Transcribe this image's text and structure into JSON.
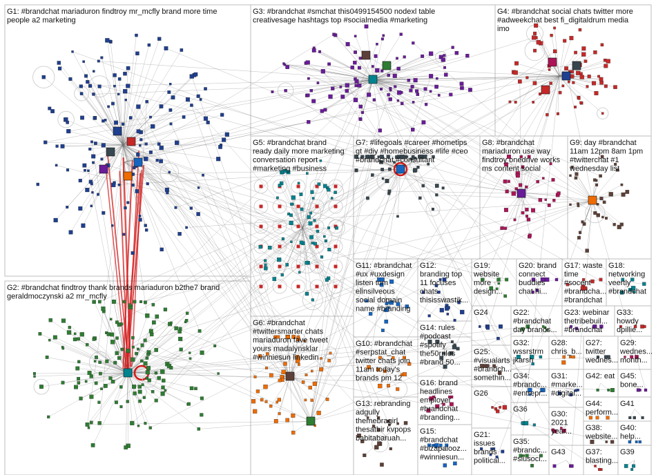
{
  "groups": [
    {
      "id": "G1",
      "lines": [
        "G1: #brandchat mariaduron findtroy mr_mcfly brand more time",
        "people a2 marketing"
      ]
    },
    {
      "id": "G2",
      "lines": [
        "G2: #brandchat findtroy thank brands mariaduron b2the7 brand",
        "geraldmoczynski a2 mr_mcfly"
      ]
    },
    {
      "id": "G3",
      "lines": [
        "G3: #brandchat #smchat this0499154500 nodexl table",
        "creativesage hashtags top #socialmedia #marketing"
      ]
    },
    {
      "id": "G4",
      "lines": [
        "G4: #brandchat social chats twitter more",
        "#adweekchat best fi_digitaldrum media",
        "imo"
      ]
    },
    {
      "id": "G5",
      "lines": [
        "G5: #brandchat brand",
        "ready daily more marketing",
        "conversation report",
        "#marketing #business"
      ]
    },
    {
      "id": "G6",
      "lines": [
        "G6: #brandchat",
        "#twittersmarter chats",
        "mariaduron fave tweet",
        "yours madalynsklar",
        "#winniesun linkedin"
      ]
    },
    {
      "id": "G7",
      "lines": [
        "G7: #lifegoals #career #hometips",
        "gt #diy #homebusiness #life #ceo",
        "#brandchat #consultant"
      ]
    },
    {
      "id": "G8",
      "lines": [
        "G8: #brandchat",
        "mariaduron use way",
        "findtroy onedrive works",
        "ms content social"
      ]
    },
    {
      "id": "G9",
      "lines": [
        "G9: day #brandchat",
        "11am 12pm 8am 1pm",
        "#twitterchat #1",
        "wednesday list"
      ]
    },
    {
      "id": "G10",
      "lines": [
        "G10: #brandchat",
        "#serpstat_chat",
        "twitter chats join",
        "11am today's",
        "brands pm 12"
      ]
    },
    {
      "id": "G11",
      "lines": [
        "G11: #brandchat",
        "#ux #uxdesign",
        "listen tom",
        "elinsilveous",
        "social domain",
        "name #branding"
      ]
    },
    {
      "id": "G12",
      "lines": [
        "G12:",
        "branding top",
        "11 focuses",
        "chats",
        "thisisswastik..."
      ]
    },
    {
      "id": "G13",
      "lines": [
        "G13: rebranding",
        "adgully",
        "themebragirl",
        "thesatbir kvpops",
        "babitabaruah..."
      ]
    },
    {
      "id": "G14",
      "lines": [
        "G14: rules",
        "#podcast",
        "#spotify",
        "the50rules",
        "#brand 50..."
      ]
    },
    {
      "id": "G15",
      "lines": [
        "G15:",
        "#brandchat",
        "#bizapalooz...",
        "#winniesun..."
      ]
    },
    {
      "id": "G16",
      "lines": [
        "G16: brand",
        "headlines",
        "employer",
        "#brandchat",
        "#branding..."
      ]
    },
    {
      "id": "G17",
      "lines": [
        "G17: waste",
        "time",
        "#socent",
        "#brandcha...",
        "#brandchat"
      ]
    },
    {
      "id": "G18",
      "lines": [
        "G18:",
        "networking",
        "veertly",
        "#brandchat"
      ]
    },
    {
      "id": "G19",
      "lines": [
        "G19:",
        "website",
        "more",
        "design..."
      ]
    },
    {
      "id": "G20",
      "lines": [
        "G20: brand",
        "connect",
        "buddies",
        "chat hi..."
      ]
    },
    {
      "id": "G21",
      "lines": [
        "G21:",
        "issues",
        "brands",
        "political..."
      ]
    },
    {
      "id": "G22",
      "lines": [
        "G22:",
        "#brandchat",
        "day brands..."
      ]
    },
    {
      "id": "G23",
      "lines": [
        "G23: webinar",
        "thetribebuil...",
        "#brandchat"
      ]
    },
    {
      "id": "G24",
      "lines": [
        "G24"
      ]
    },
    {
      "id": "G25",
      "lines": [
        "G25:",
        "#visualarts",
        "#brandch...",
        "somethin..."
      ]
    },
    {
      "id": "G26",
      "lines": [
        "G26"
      ]
    },
    {
      "id": "G27",
      "lines": [
        "G27:",
        "twitter",
        "wednes..."
      ]
    },
    {
      "id": "G28",
      "lines": [
        "G28:",
        "chris_b..."
      ]
    },
    {
      "id": "G29",
      "lines": [
        "G29:",
        "wednes...",
        "month..."
      ]
    },
    {
      "id": "G30",
      "lines": [
        "G30:",
        "2021",
        "year..."
      ]
    },
    {
      "id": "G31",
      "lines": [
        "G31:",
        "#marke...",
        "#digital..."
      ]
    },
    {
      "id": "G32",
      "lines": [
        "G32:",
        "wssrstrm",
        "jkarsh"
      ]
    },
    {
      "id": "G33",
      "lines": [
        "G33:",
        "howdy",
        "dpillie..."
      ]
    },
    {
      "id": "G34",
      "lines": [
        "G34:",
        "#brandc...",
        "#entrepr..."
      ]
    },
    {
      "id": "G35",
      "lines": [
        "G35:",
        "#brandc...",
        "#siusoci..."
      ]
    },
    {
      "id": "G36",
      "lines": [
        "G36"
      ]
    },
    {
      "id": "G37",
      "lines": [
        "G37:",
        "blasting..."
      ]
    },
    {
      "id": "G38",
      "lines": [
        "G38:",
        "website..."
      ]
    },
    {
      "id": "G39",
      "lines": [
        "G39"
      ]
    },
    {
      "id": "G40",
      "lines": [
        "G40:",
        "help..."
      ]
    },
    {
      "id": "G41",
      "lines": [
        "G41"
      ]
    },
    {
      "id": "G42",
      "lines": [
        "G42: eat"
      ]
    },
    {
      "id": "G43",
      "lines": [
        "G43"
      ]
    },
    {
      "id": "G44",
      "lines": [
        "G44:",
        "perform..."
      ]
    },
    {
      "id": "G45",
      "lines": [
        "G45:",
        "bone..."
      ]
    }
  ],
  "colors": {
    "background": "#ffffff",
    "cell_border": "#bdbdbd",
    "edge": "#6e6e6e",
    "strong_edge": "#d11a1a",
    "node_palette": [
      "#1f3f8f",
      "#2e7d32",
      "#6a1b9a",
      "#c62828",
      "#00838f",
      "#ef6c00",
      "#37474f",
      "#ad1457",
      "#5d4037",
      "#1565c0"
    ]
  }
}
